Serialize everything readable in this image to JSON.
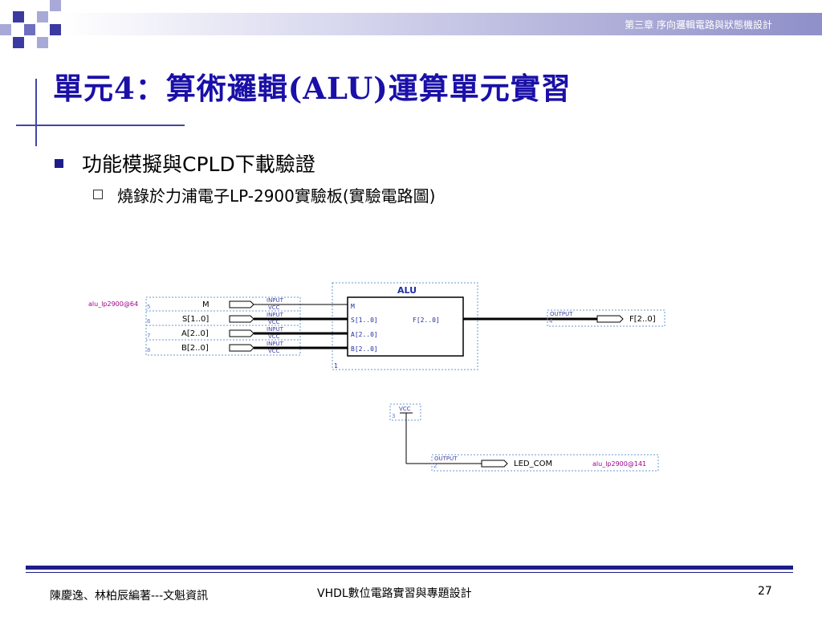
{
  "header": {
    "chapter": "第三章 序向邏輯電路與狀態機設計"
  },
  "slide": {
    "title": "單元4：算術邏輯(ALU)運算單元實習",
    "bullet1": "功能模擬與CPLD下載驗證",
    "bullet2": "燒錄於力浦電子LP-2900實驗板(實驗電路圖)"
  },
  "diagram": {
    "alu_label": "ALU",
    "alu_pin_annotation": "alu_lp2900@64",
    "inputs": [
      {
        "name": "M",
        "num": "5"
      },
      {
        "name": "S[1..0]",
        "num": "6"
      },
      {
        "name": "A[2..0]",
        "num": "7"
      },
      {
        "name": "B[2..0]",
        "num": "8"
      }
    ],
    "input_tag": "INPUT",
    "vcc_tag": "VCC",
    "alu_ports_in": [
      "M",
      "S[1..0]",
      "A[2..0]",
      "B[2..0]"
    ],
    "alu_port_out": "F[2..0]",
    "alu_instance": "1",
    "output_tag": "OUTPUT",
    "output_f_num": "4",
    "output_f_name": "F[2..0]",
    "vcc_label": "VCC",
    "vcc_num": "3",
    "output_led_num": "2",
    "output_led_name": "LED_COM",
    "led_pin_annotation": "alu_lp2900@141"
  },
  "footer": {
    "authors": "陳慶逸、林柏辰編著---文魁資訊",
    "book": "VHDL數位電路實習與專題設計",
    "page": "27"
  },
  "colors": {
    "title": "#1a10a8",
    "accent": "#1d1d8a",
    "pin_annotation": "#a0008f",
    "tag": "#4040a0"
  }
}
